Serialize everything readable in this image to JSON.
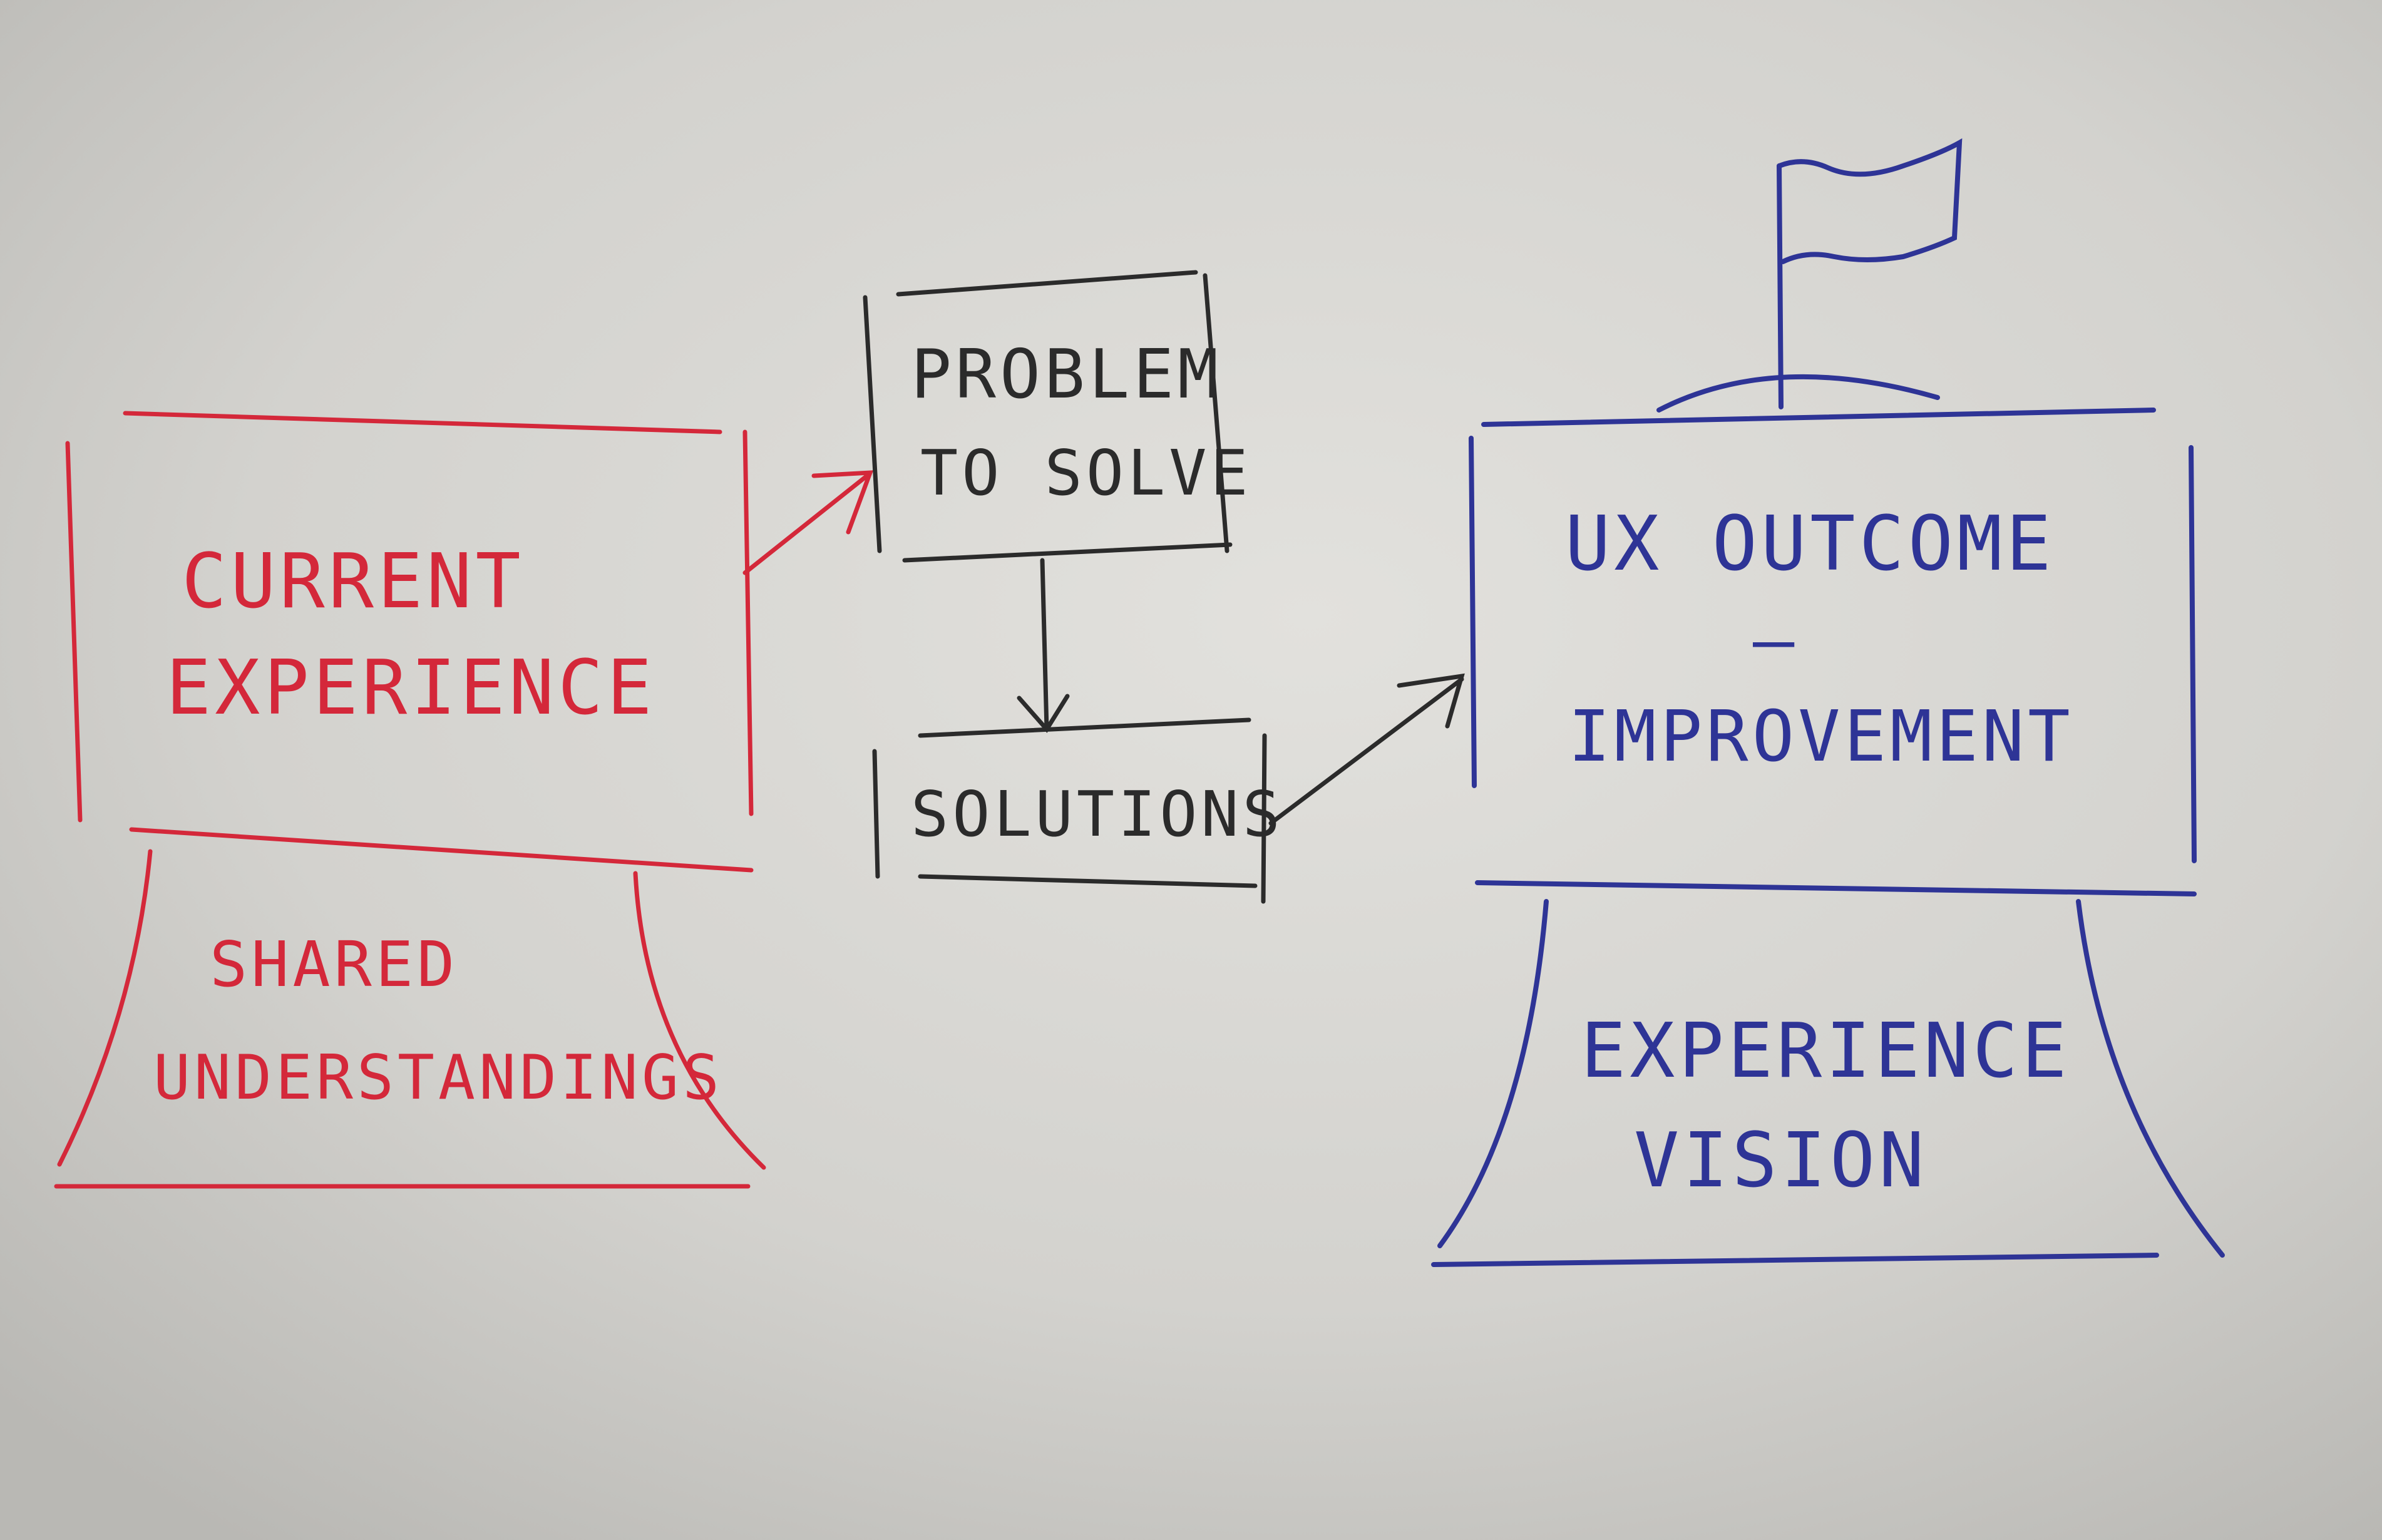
{
  "colors": {
    "paper": "#d9d8d4",
    "paper_shadow": "#bdbcb7",
    "red": "#d4283a",
    "black": "#2b2b2b",
    "blue": "#2e3496"
  },
  "left": {
    "box_line1": "CURRENT",
    "box_line2": "EXPERIENCE",
    "base_line1": "SHARED",
    "base_line2": "UNDERSTANDINGS"
  },
  "middle": {
    "problem_line1": "PROBLEM",
    "problem_line2": "TO SOLVE",
    "solutions": "SOLUTIONS"
  },
  "right": {
    "box_line1": "UX OUTCOME",
    "box_line2": "–",
    "box_line3": "IMPROVEMENT",
    "base_line1": "EXPERIENCE",
    "base_line2": "VISION",
    "flag_icon": "flag-icon"
  }
}
